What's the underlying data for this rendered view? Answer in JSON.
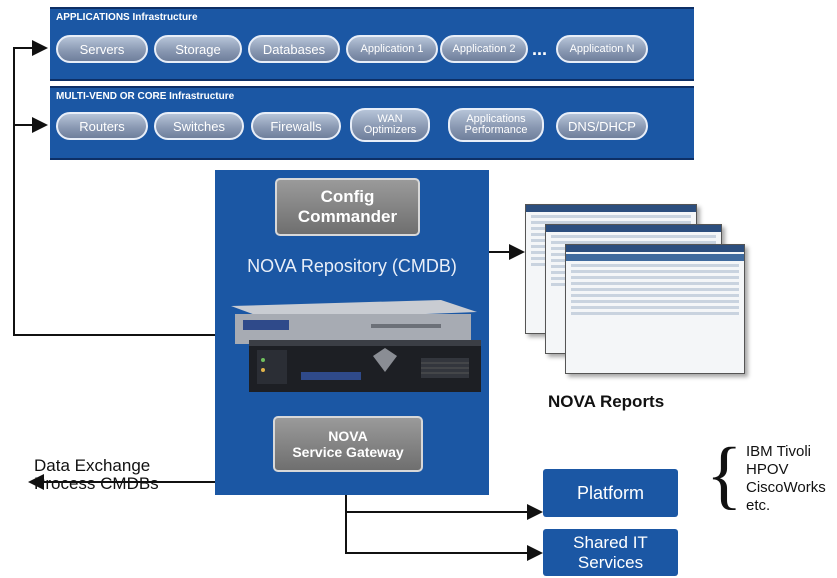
{
  "applications": {
    "title": "APPLICATIONS Infrastructure",
    "items": [
      "Servers",
      "Storage",
      "Databases",
      "Application 1",
      "Application 2",
      "Application N"
    ],
    "ellipsis": "..."
  },
  "core": {
    "title": "MULTI-VEND OR CORE Infrastructure",
    "items": [
      "Routers",
      "Switches",
      "Firewalls",
      "WAN Optimizers",
      "Applications Performance",
      "DNS/DHCP"
    ]
  },
  "config_commander": {
    "line1": "Config",
    "line2": "Commander"
  },
  "repository": {
    "title": "NOVA Repository (CMDB)"
  },
  "gateway": {
    "line1": "NOVA",
    "line2": "Service Gateway"
  },
  "reports": {
    "label": "NOVA Reports"
  },
  "data_exchange": {
    "line1": "Data Exchange",
    "line2": "Process  CMDBs"
  },
  "platform": {
    "label": "Platform"
  },
  "shared": {
    "line1": "Shared IT",
    "line2": "Services"
  },
  "platform_list": [
    "IBM Tivoli",
    "HPOV",
    "CiscoWorks",
    "etc."
  ],
  "brace": "{",
  "colors": {
    "band": "#1b57a4",
    "pill": "#8796b0",
    "grey_box": "#7f7f7f"
  }
}
